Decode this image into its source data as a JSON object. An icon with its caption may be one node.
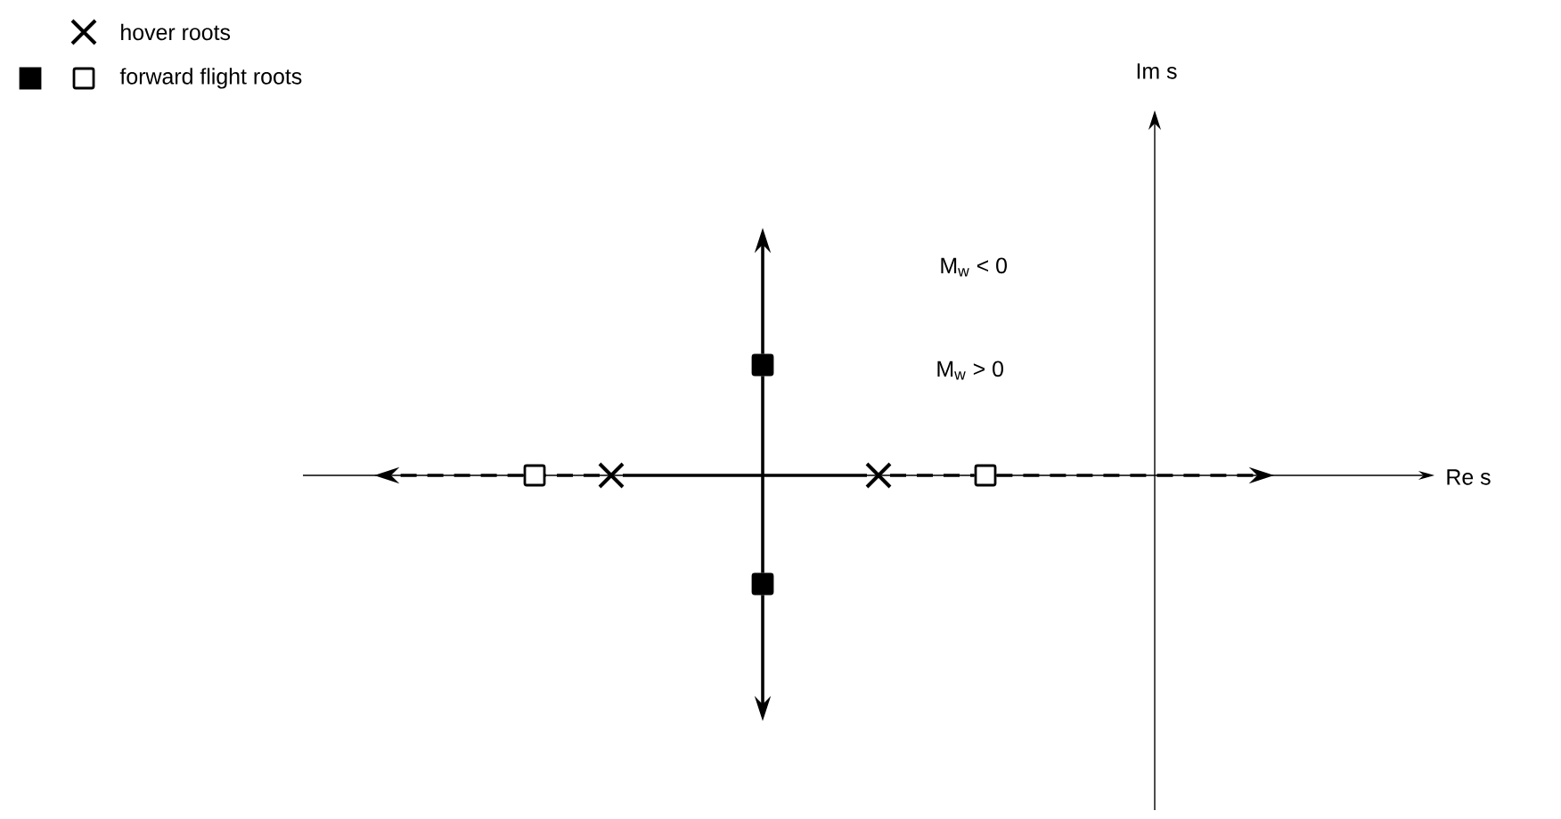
{
  "diagram": {
    "nodes": [
      {
        "text": [],
        "shape": "cross"
      },
      {
        "text": [],
        "shape": "cross"
      },
      {
        "text": [],
        "shape": "square"
      },
      {
        "text": [],
        "shape": "square"
      },
      {
        "text": [],
        "shape": "box"
      },
      {
        "text": [],
        "shape": "box"
      }
    ],
    "edges": [
      {
        "from": 2,
        "to": null,
        "arrow": "to"
      },
      {
        "from": 2,
        "to": 3,
        "arrow": "none"
      },
      {
        "from": 3,
        "to": null,
        "arrow": "to"
      },
      {
        "from": 0,
        "to": 1,
        "arrow": "none"
      },
      {
        "from": 0,
        "to": 4,
        "arrow": "none",
        "style": "dashed"
      },
      {
        "from": 4,
        "to": null,
        "arrow": "to",
        "style": "dashed"
      },
      {
        "from": 1,
        "to": 5,
        "arrow": "none",
        "style": "dashed"
      },
      {
        "from": 5,
        "to": null,
        "arrow": "to",
        "style": "dashed"
      }
    ],
    "labels": [
      "Im s",
      "M$_{w}$ < 0",
      "M$_{w}$ > 0",
      "Re s"
    ],
    "legend": [
      {
        "text": "hover roots"
      },
      {
        "text": "forward flight roots"
      }
    ]
  }
}
